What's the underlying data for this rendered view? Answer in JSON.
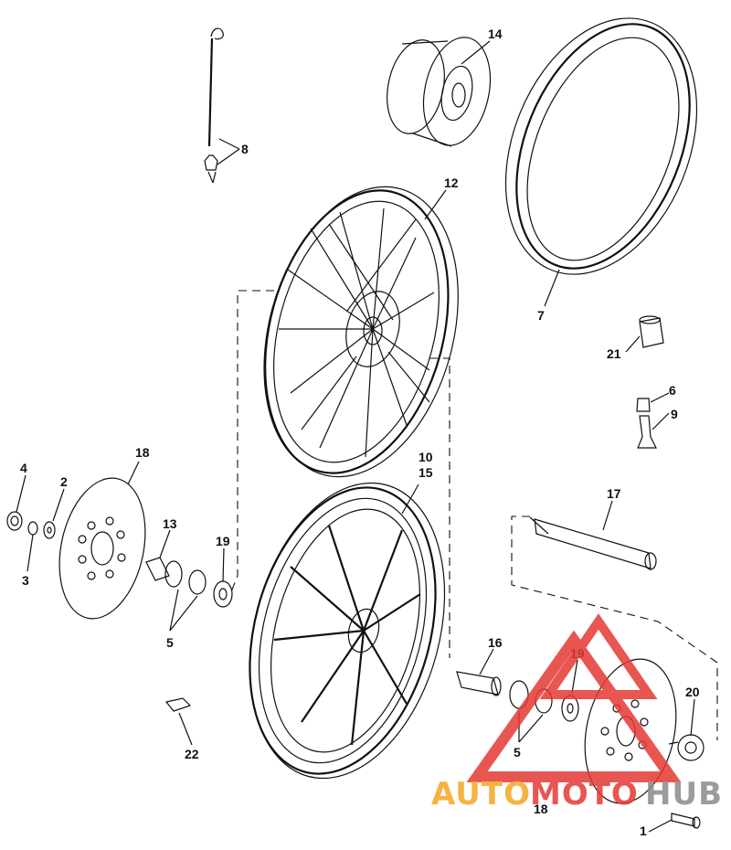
{
  "labels": {
    "l1": "1",
    "l2": "2",
    "l3": "3",
    "l4": "4",
    "l5a": "5",
    "l5b": "5",
    "l6": "6",
    "l7": "7",
    "l8": "8",
    "l9": "9",
    "l10": "10",
    "l12": "12",
    "l13": "13",
    "l14": "14",
    "l15": "15",
    "l16": "16",
    "l17": "17",
    "l18a": "18",
    "l18b": "18",
    "l19a": "19",
    "l19b": "19",
    "l20": "20",
    "l21": "21",
    "l22": "22"
  },
  "watermark": {
    "part1": "AUTO",
    "part2": "MOTO",
    "part3": "HUB",
    "colors": {
      "orange": "#f5a623",
      "red": "#e53935",
      "gray": "#8a8a8a"
    }
  }
}
